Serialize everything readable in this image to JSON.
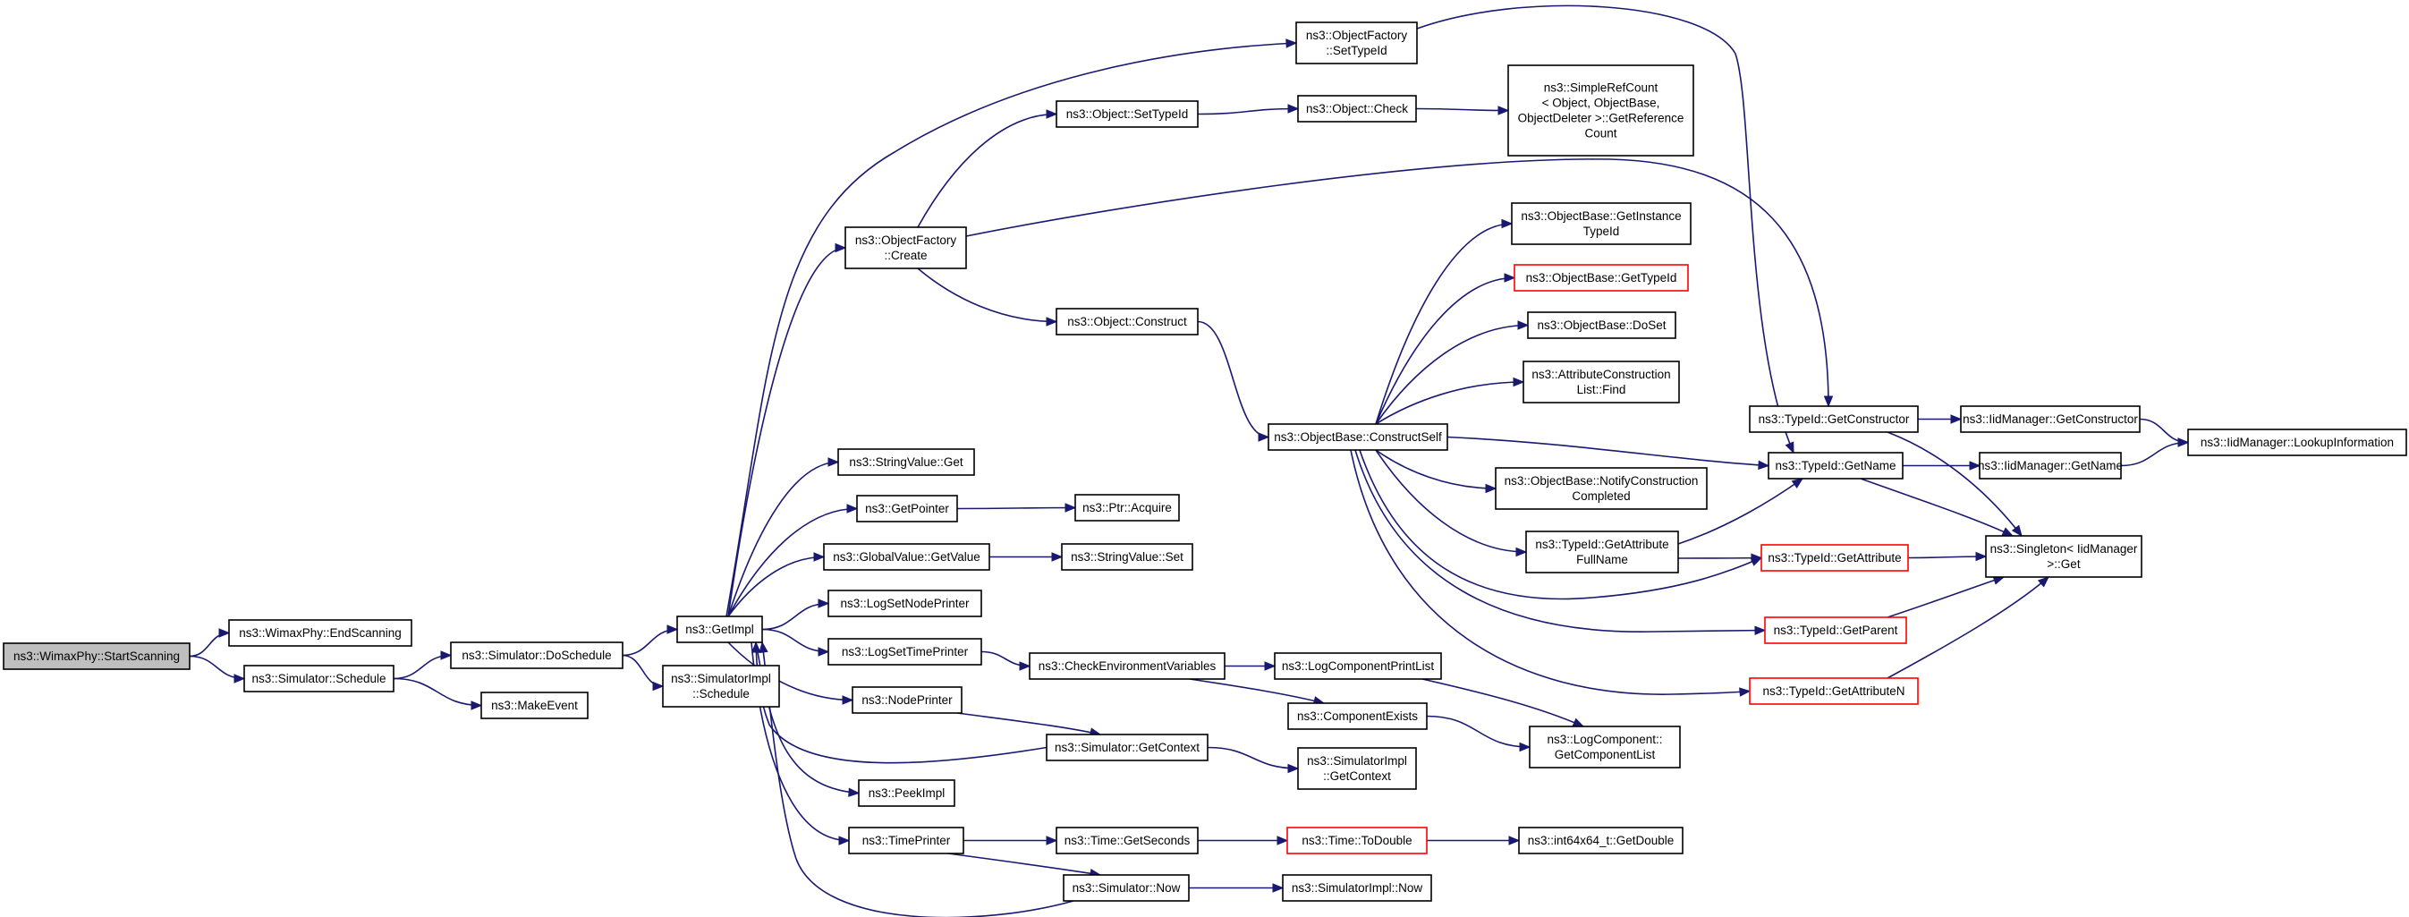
{
  "graph": {
    "colors": {
      "edge": "#191970",
      "node_border": "#000000",
      "truncated_border": "#ff0000",
      "root_fill": "#bfbfbf",
      "node_fill": "#ffffff"
    },
    "nodes": [
      {
        "id": "n0",
        "lines": [
          "ns3::WimaxPhy::StartScanning"
        ],
        "root": true
      },
      {
        "id": "n1",
        "lines": [
          "ns3::WimaxPhy::EndScanning"
        ]
      },
      {
        "id": "n2",
        "lines": [
          "ns3::Simulator::Schedule"
        ]
      },
      {
        "id": "n3",
        "lines": [
          "ns3::Simulator::DoSchedule"
        ]
      },
      {
        "id": "n4",
        "lines": [
          "ns3::MakeEvent"
        ]
      },
      {
        "id": "n5",
        "lines": [
          "ns3::GetImpl"
        ]
      },
      {
        "id": "n6",
        "lines": [
          "ns3::SimulatorImpl",
          "::Schedule"
        ]
      },
      {
        "id": "n7",
        "lines": [
          "ns3::ObjectFactory",
          "::SetTypeId"
        ]
      },
      {
        "id": "n8",
        "lines": [
          "ns3::ObjectFactory",
          "::Create"
        ]
      },
      {
        "id": "n9",
        "lines": [
          "ns3::StringValue::Get"
        ]
      },
      {
        "id": "n10",
        "lines": [
          "ns3::GetPointer"
        ]
      },
      {
        "id": "n11",
        "lines": [
          "ns3::GlobalValue::GetValue"
        ]
      },
      {
        "id": "n12",
        "lines": [
          "ns3::LogSetNodePrinter"
        ]
      },
      {
        "id": "n13",
        "lines": [
          "ns3::LogSetTimePrinter"
        ]
      },
      {
        "id": "n14",
        "lines": [
          "ns3::NodePrinter"
        ]
      },
      {
        "id": "n15",
        "lines": [
          "ns3::PeekImpl"
        ]
      },
      {
        "id": "n16",
        "lines": [
          "ns3::TimePrinter"
        ]
      },
      {
        "id": "n17",
        "lines": [
          "ns3::Object::SetTypeId"
        ]
      },
      {
        "id": "n18",
        "lines": [
          "ns3::Object::Construct"
        ]
      },
      {
        "id": "n19",
        "lines": [
          "ns3::Ptr::Acquire"
        ]
      },
      {
        "id": "n20",
        "lines": [
          "ns3::StringValue::Set"
        ]
      },
      {
        "id": "n21",
        "lines": [
          "ns3::CheckEnvironmentVariables"
        ]
      },
      {
        "id": "n22",
        "lines": [
          "ns3::Simulator::GetContext"
        ]
      },
      {
        "id": "n23",
        "lines": [
          "ns3::Time::GetSeconds"
        ]
      },
      {
        "id": "n24",
        "lines": [
          "ns3::Simulator::Now"
        ]
      },
      {
        "id": "n25",
        "lines": [
          "ns3::Object::Check"
        ]
      },
      {
        "id": "n26",
        "lines": [
          "ns3::ObjectBase::ConstructSelf"
        ]
      },
      {
        "id": "n27",
        "lines": [
          "ns3::LogComponentPrintList"
        ]
      },
      {
        "id": "n28",
        "lines": [
          "ns3::ComponentExists"
        ]
      },
      {
        "id": "n29",
        "lines": [
          "ns3::SimulatorImpl",
          "::GetContext"
        ]
      },
      {
        "id": "n30",
        "lines": [
          "ns3::Time::ToDouble"
        ],
        "truncated": true
      },
      {
        "id": "n31",
        "lines": [
          "ns3::SimulatorImpl::Now"
        ]
      },
      {
        "id": "n32",
        "lines": [
          "ns3::SimpleRefCount",
          "< Object, ObjectBase,",
          " ObjectDeleter >::GetReference",
          "Count"
        ]
      },
      {
        "id": "n33",
        "lines": [
          "ns3::ObjectBase::GetInstance",
          "TypeId"
        ]
      },
      {
        "id": "n34",
        "lines": [
          "ns3::ObjectBase::GetTypeId"
        ],
        "truncated": true
      },
      {
        "id": "n35",
        "lines": [
          "ns3::ObjectBase::DoSet"
        ]
      },
      {
        "id": "n36",
        "lines": [
          "ns3::AttributeConstruction",
          "List::Find"
        ]
      },
      {
        "id": "n37",
        "lines": [
          "ns3::ObjectBase::NotifyConstruction",
          "Completed"
        ]
      },
      {
        "id": "n38",
        "lines": [
          "ns3::TypeId::GetAttribute",
          "FullName"
        ]
      },
      {
        "id": "n39",
        "lines": [
          "ns3::LogComponent::",
          "GetComponentList"
        ]
      },
      {
        "id": "n40",
        "lines": [
          "ns3::int64x64_t::GetDouble"
        ]
      },
      {
        "id": "n41",
        "lines": [
          "ns3::TypeId::GetConstructor"
        ]
      },
      {
        "id": "n42",
        "lines": [
          "ns3::TypeId::GetName"
        ]
      },
      {
        "id": "n43",
        "lines": [
          "ns3::TypeId::GetAttribute"
        ],
        "truncated": true
      },
      {
        "id": "n44",
        "lines": [
          "ns3::TypeId::GetParent"
        ],
        "truncated": true
      },
      {
        "id": "n45",
        "lines": [
          "ns3::TypeId::GetAttributeN"
        ],
        "truncated": true
      },
      {
        "id": "n46",
        "lines": [
          "ns3::IidManager::GetConstructor"
        ]
      },
      {
        "id": "n47",
        "lines": [
          "ns3::IidManager::GetName"
        ]
      },
      {
        "id": "n48",
        "lines": [
          "ns3::Singleton< IidManager",
          " >::Get"
        ]
      },
      {
        "id": "n49",
        "lines": [
          "ns3::IidManager::LookupInformation"
        ]
      }
    ],
    "edges": [
      [
        "n0",
        "n1"
      ],
      [
        "n0",
        "n2"
      ],
      [
        "n2",
        "n3"
      ],
      [
        "n2",
        "n4"
      ],
      [
        "n3",
        "n5"
      ],
      [
        "n3",
        "n6"
      ],
      [
        "n5",
        "n7"
      ],
      [
        "n5",
        "n8"
      ],
      [
        "n5",
        "n9"
      ],
      [
        "n5",
        "n10"
      ],
      [
        "n5",
        "n11"
      ],
      [
        "n5",
        "n12"
      ],
      [
        "n5",
        "n13"
      ],
      [
        "n5",
        "n14"
      ],
      [
        "n5",
        "n15"
      ],
      [
        "n5",
        "n16"
      ],
      [
        "n8",
        "n17"
      ],
      [
        "n8",
        "n18"
      ],
      [
        "n8",
        "n41"
      ],
      [
        "n7",
        "n42"
      ],
      [
        "n17",
        "n25"
      ],
      [
        "n25",
        "n32"
      ],
      [
        "n18",
        "n26"
      ],
      [
        "n10",
        "n19"
      ],
      [
        "n11",
        "n20"
      ],
      [
        "n13",
        "n21"
      ],
      [
        "n14",
        "n22"
      ],
      [
        "n22",
        "n5"
      ],
      [
        "n22",
        "n29"
      ],
      [
        "n16",
        "n23"
      ],
      [
        "n16",
        "n24"
      ],
      [
        "n24",
        "n5"
      ],
      [
        "n24",
        "n31"
      ],
      [
        "n23",
        "n30"
      ],
      [
        "n30",
        "n40"
      ],
      [
        "n21",
        "n27"
      ],
      [
        "n21",
        "n28"
      ],
      [
        "n27",
        "n39"
      ],
      [
        "n28",
        "n39"
      ],
      [
        "n26",
        "n33"
      ],
      [
        "n26",
        "n34"
      ],
      [
        "n26",
        "n35"
      ],
      [
        "n26",
        "n36"
      ],
      [
        "n26",
        "n37"
      ],
      [
        "n26",
        "n38"
      ],
      [
        "n26",
        "n42"
      ],
      [
        "n26",
        "n43"
      ],
      [
        "n26",
        "n44"
      ],
      [
        "n26",
        "n45"
      ],
      [
        "n38",
        "n42"
      ],
      [
        "n38",
        "n43"
      ],
      [
        "n41",
        "n46"
      ],
      [
        "n41",
        "n48"
      ],
      [
        "n42",
        "n47"
      ],
      [
        "n42",
        "n48"
      ],
      [
        "n43",
        "n48"
      ],
      [
        "n44",
        "n48"
      ],
      [
        "n45",
        "n48"
      ],
      [
        "n46",
        "n49"
      ],
      [
        "n47",
        "n49"
      ]
    ]
  }
}
